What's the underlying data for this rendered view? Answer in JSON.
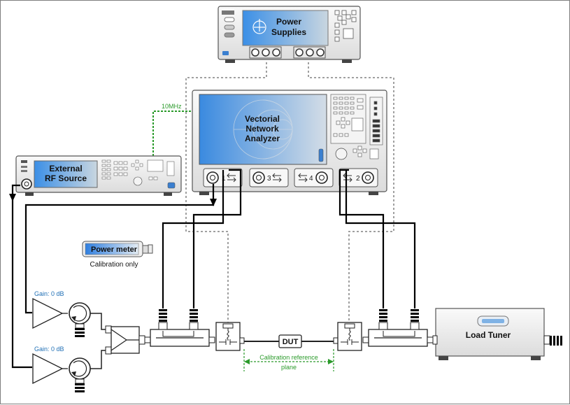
{
  "instruments": {
    "power_supplies": {
      "label_line1": "Power",
      "label_line2": "Supplies"
    },
    "vna": {
      "label_line1": "Vectorial",
      "label_line2": "Network",
      "label_line3": "Analyzer",
      "port1": "1",
      "port2": "2",
      "port3": "3",
      "port4": "4"
    },
    "rf_source": {
      "label_line1": "External",
      "label_line2": "RF Source"
    },
    "power_meter": {
      "label": "Power meter",
      "note": "Calibration only"
    },
    "load_tuner": {
      "label": "Load Tuner"
    },
    "dut": {
      "label": "DUT"
    }
  },
  "signals": {
    "reference": "10MHz"
  },
  "amplifiers": [
    {
      "gain": "Gain: 0 dB"
    },
    {
      "gain": "Gain: 0 dB"
    }
  ],
  "calibration": {
    "line1": "Calibration reference",
    "line2": "plane"
  },
  "colors": {
    "screen_start": "#3b8fe6",
    "screen_end": "#c9d6e0",
    "chassis": "#ececec",
    "chassis_border": "#555555",
    "ref_signal": "#2a9a2a",
    "gain_text": "#1f6fb5",
    "dc_lines": "#9a9a9a"
  }
}
